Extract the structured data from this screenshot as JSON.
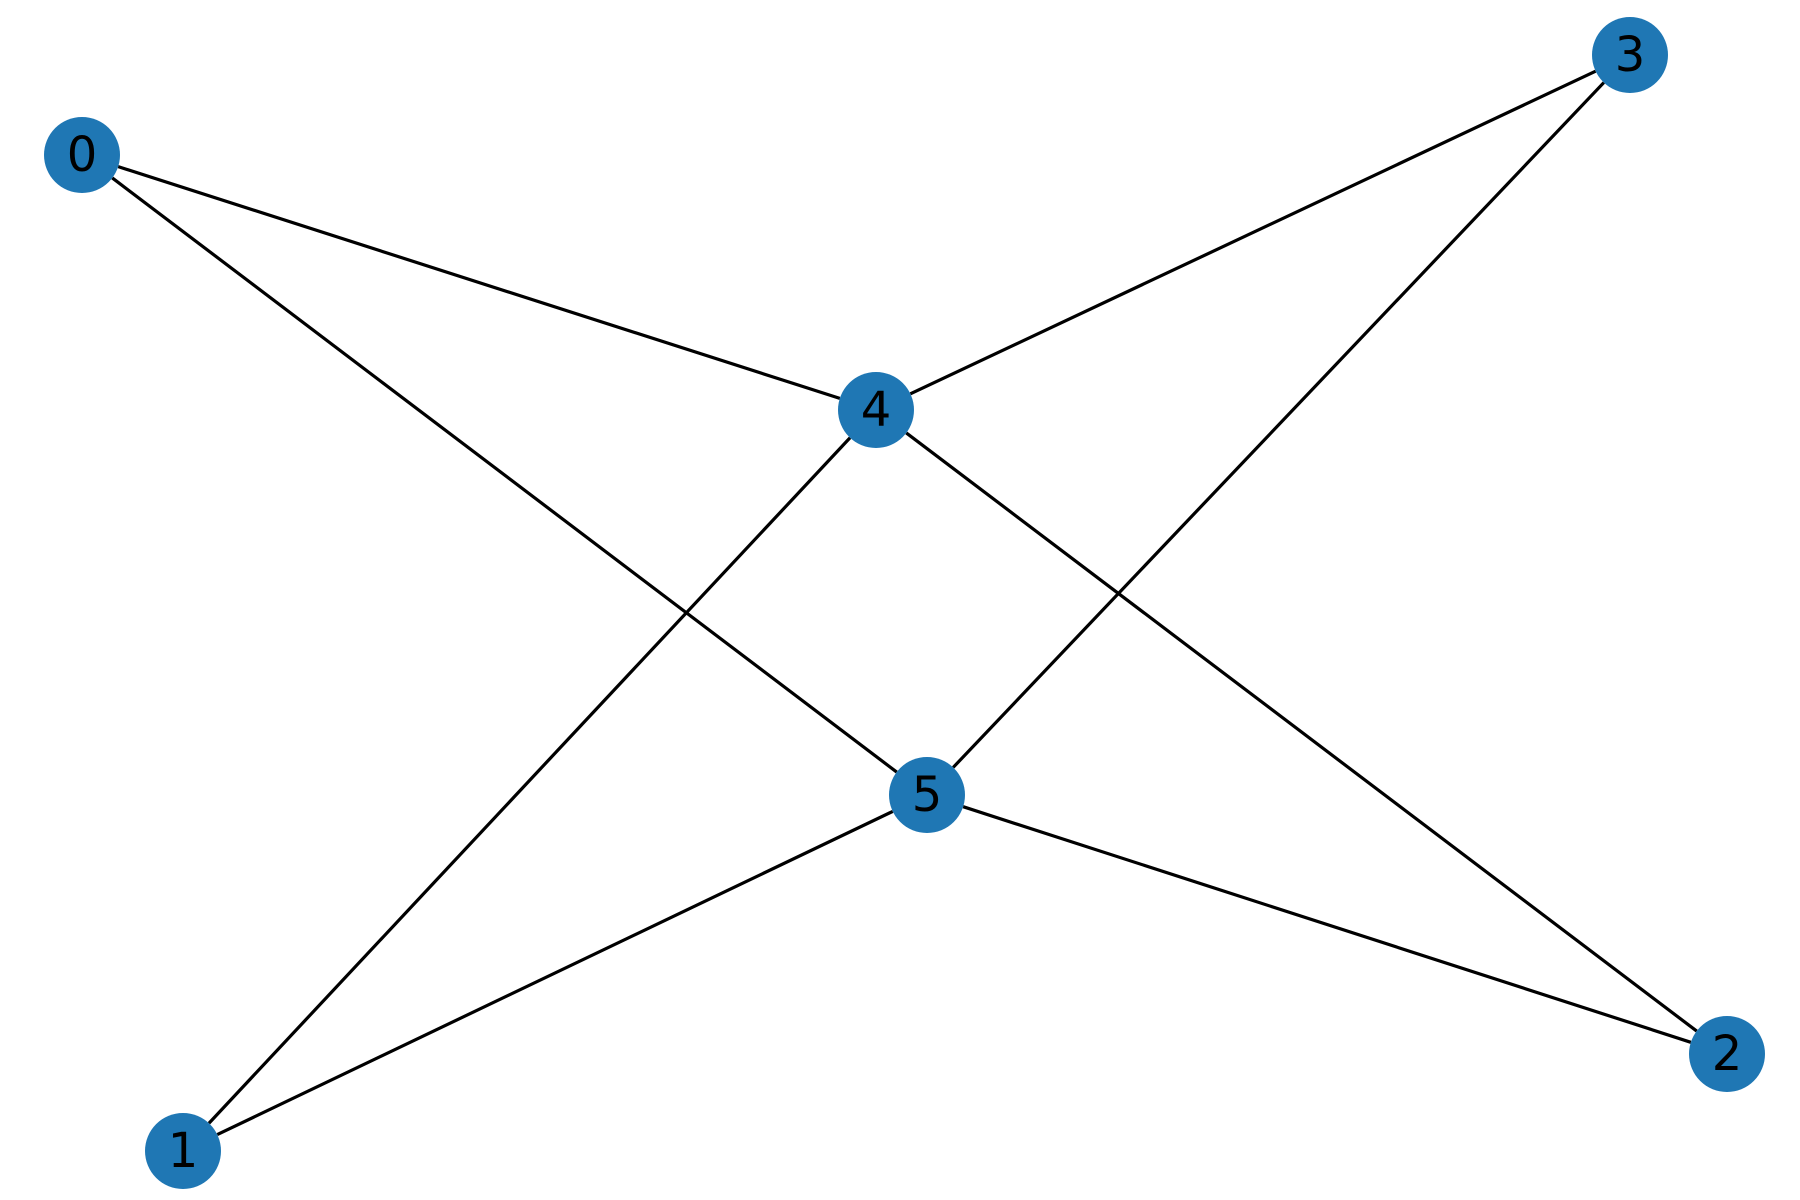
{
  "graph": {
    "node_color": "#1f77b4",
    "edge_color": "#000000",
    "label_color": "#000000",
    "nodes": [
      {
        "id": "0",
        "label": "0"
      },
      {
        "id": "1",
        "label": "1"
      },
      {
        "id": "2",
        "label": "2"
      },
      {
        "id": "3",
        "label": "3"
      },
      {
        "id": "4",
        "label": "4"
      },
      {
        "id": "5",
        "label": "5"
      }
    ],
    "edges": [
      {
        "source": "0",
        "target": "4"
      },
      {
        "source": "0",
        "target": "5"
      },
      {
        "source": "4",
        "target": "3"
      },
      {
        "source": "4",
        "target": "1"
      },
      {
        "source": "4",
        "target": "2"
      },
      {
        "source": "5",
        "target": "3"
      },
      {
        "source": "5",
        "target": "1"
      },
      {
        "source": "5",
        "target": "2"
      }
    ]
  }
}
